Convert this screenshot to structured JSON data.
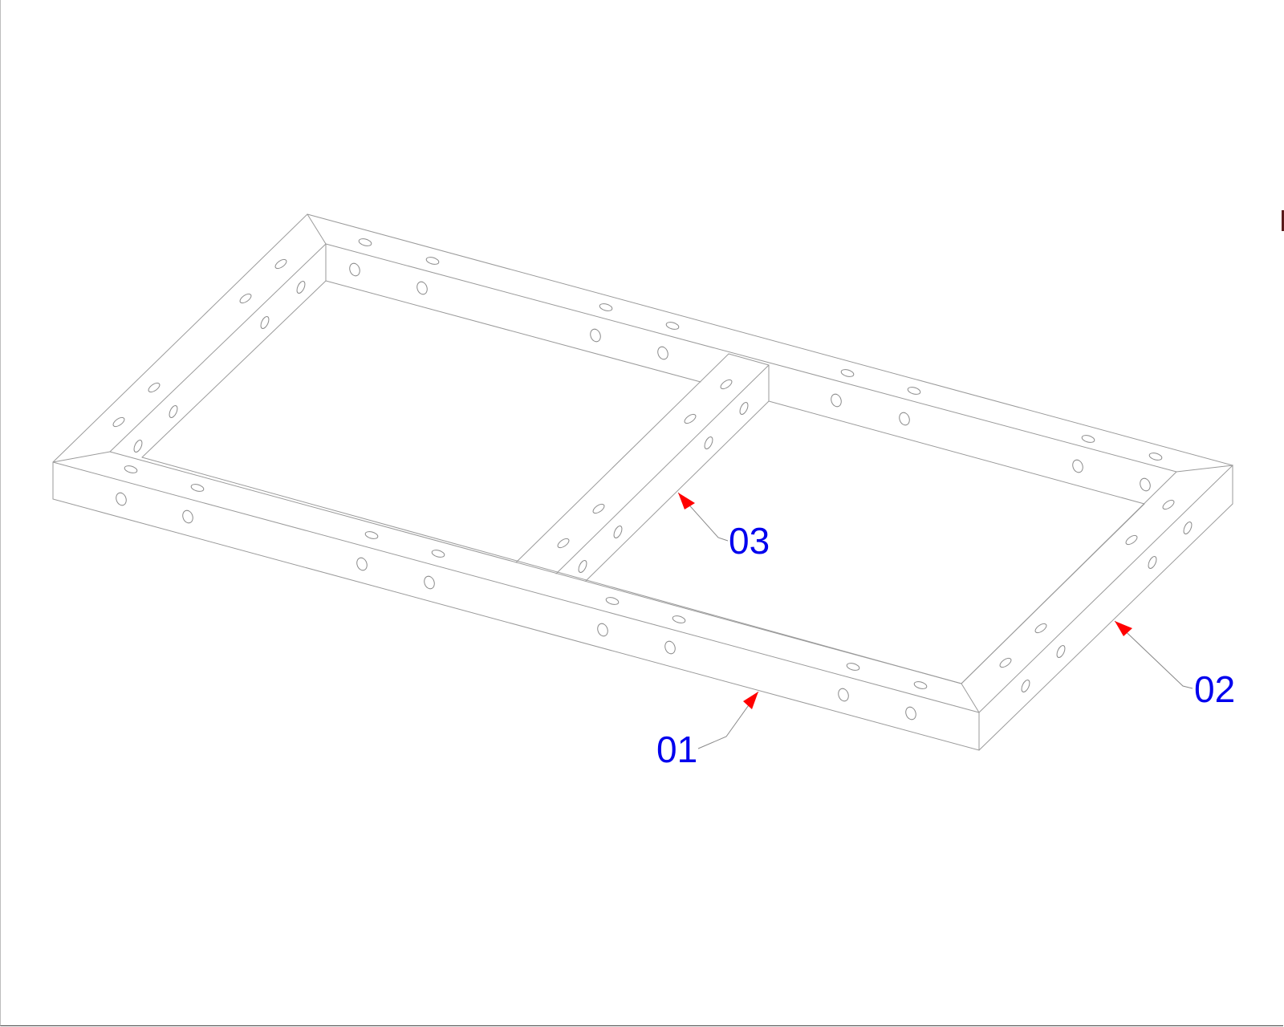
{
  "callouts": [
    {
      "id": "c01",
      "label": "01"
    },
    {
      "id": "c02",
      "label": "02"
    },
    {
      "id": "c03",
      "label": "03"
    }
  ],
  "colors": {
    "callout_text": "#0000ee",
    "arrowhead": "#ff0000",
    "line": "#9a9a9a",
    "background": "#ffffff"
  }
}
